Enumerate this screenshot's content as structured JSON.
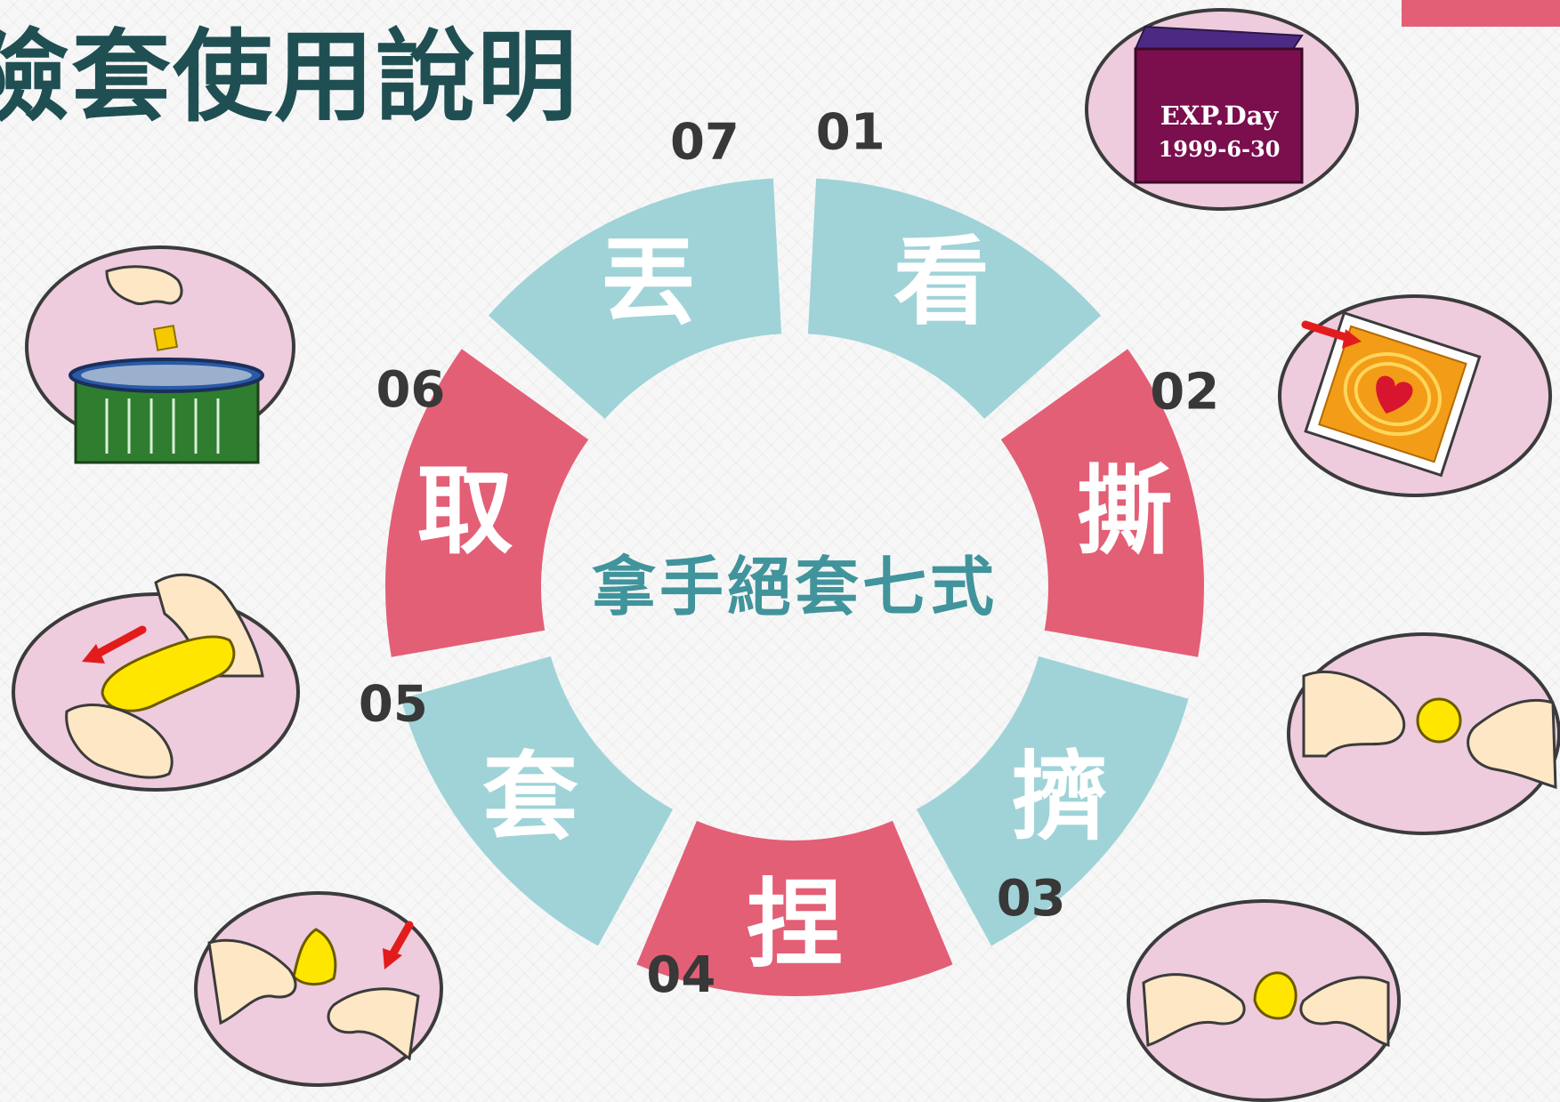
{
  "page": {
    "title": "險套使用說明"
  },
  "diagram": {
    "center_label": "拿手絕套七式",
    "steps": [
      {
        "number": "01",
        "label": "看",
        "color": "#9fd3d8"
      },
      {
        "number": "02",
        "label": "撕",
        "color": "#e35f76"
      },
      {
        "number": "03",
        "label": "擠",
        "color": "#9fd3d8"
      },
      {
        "number": "04",
        "label": "捏",
        "color": "#e35f76"
      },
      {
        "number": "05",
        "label": "套",
        "color": "#9fd3d8"
      },
      {
        "number": "06",
        "label": "取",
        "color": "#e35f76"
      },
      {
        "number": "07",
        "label": "丟",
        "color": "#9fd3d8"
      }
    ]
  },
  "illustrations": {
    "exp_label_line1": "EXP.Day",
    "exp_label_line2": "1999-6-30",
    "items": [
      {
        "icon": "expiry-date-icon"
      },
      {
        "icon": "tear-package-icon"
      },
      {
        "icon": "squeeze-condom-icon"
      },
      {
        "icon": "pinch-tip-icon"
      },
      {
        "icon": "roll-on-icon"
      },
      {
        "icon": "remove-condom-icon"
      },
      {
        "icon": "trash-bin-icon"
      }
    ]
  },
  "colors": {
    "title": "#1f4f52",
    "teal": "#9fd3d8",
    "pink": "#e35f76",
    "center_text": "#41949b",
    "accent": "#e35f76"
  }
}
